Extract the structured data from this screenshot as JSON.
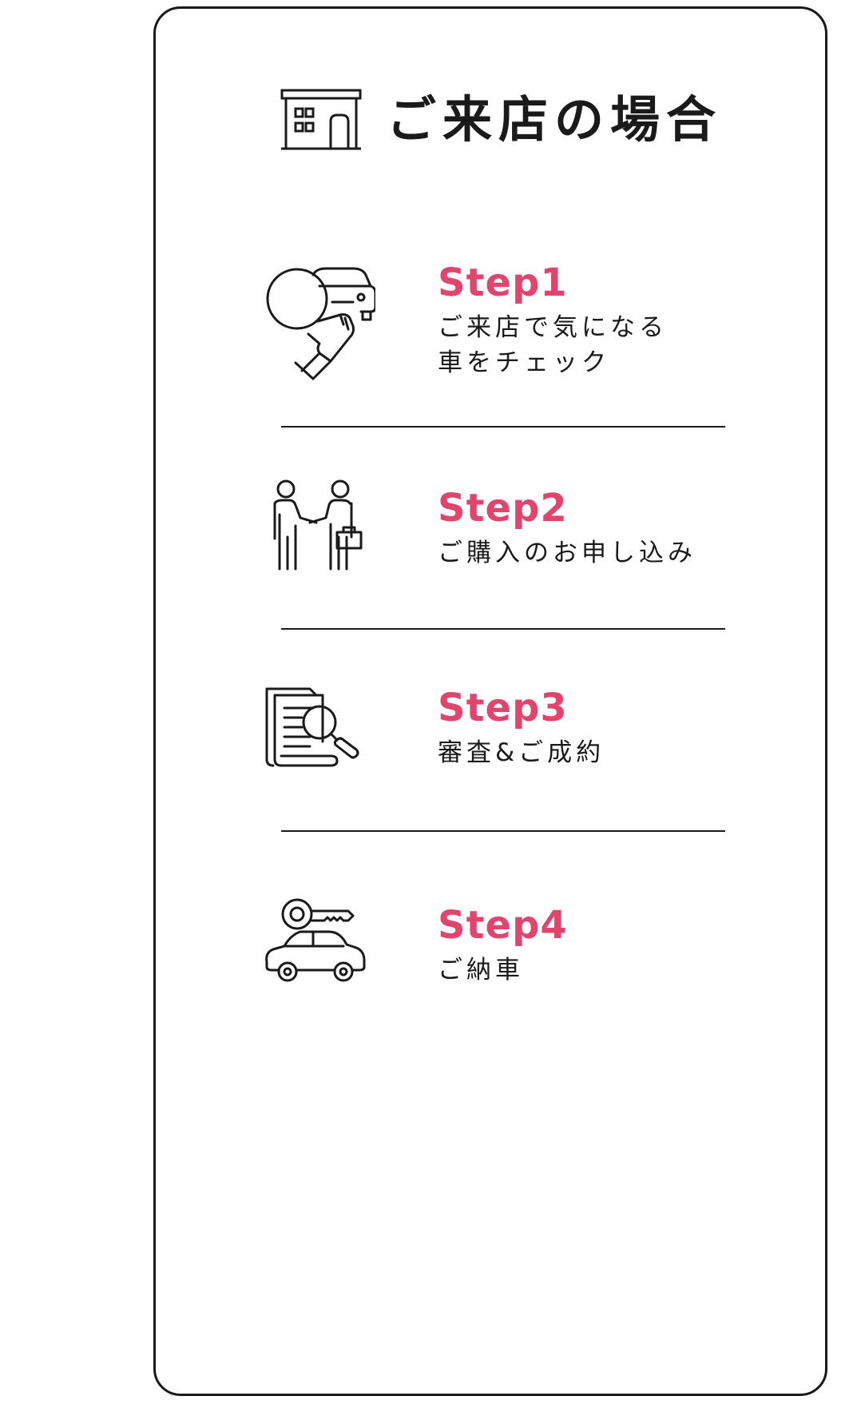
{
  "header": {
    "title": "ご来店の場合",
    "icon": "store-icon"
  },
  "accent_color": "#e0456d",
  "steps": [
    {
      "label": "Step1",
      "lines": [
        "ご来店で気になる",
        "車をチェック"
      ],
      "icon": "magnifier-car-icon"
    },
    {
      "label": "Step2",
      "lines": [
        "ご購入のお申し込み"
      ],
      "icon": "handshake-icon"
    },
    {
      "label": "Step3",
      "lines": [
        "審査&ご成約"
      ],
      "icon": "document-search-icon"
    },
    {
      "label": "Step4",
      "lines": [
        "ご納車"
      ],
      "icon": "car-key-icon"
    }
  ]
}
